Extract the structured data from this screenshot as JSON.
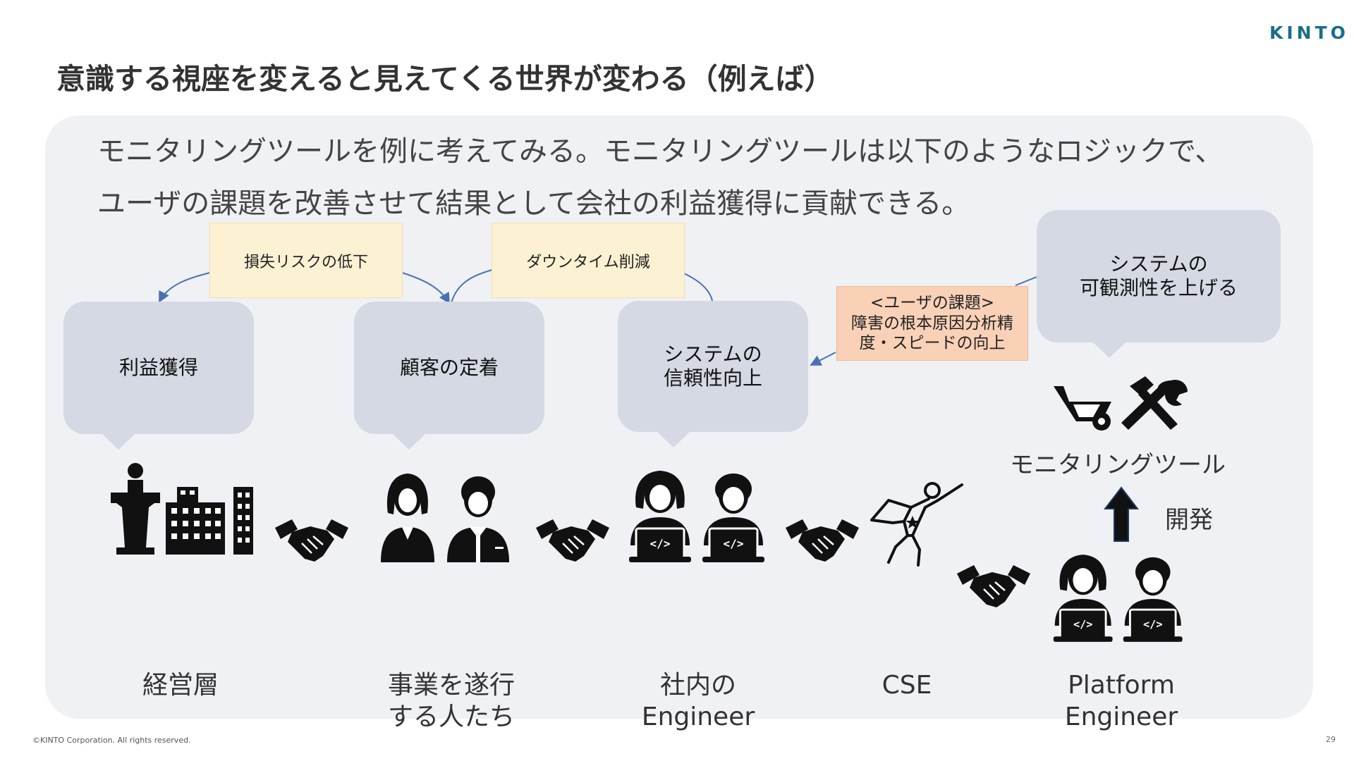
{
  "logo": "KINTO",
  "title": "意識する視座を変えると見えてくる世界が変わる（例えば）",
  "intro": [
    "モニタリングツールを例に考えてみる。モニタリングツールは以下のようなロジックで、",
    "ユーザの課題を改善させて結果として会社の利益獲得に貢献できる。"
  ],
  "notes": {
    "risk": "損失リスクの低下",
    "downtime": "ダウンタイム削減"
  },
  "issue": "<ユーザの課題>\n障害の根本原因分析精\n度・スピードの向上",
  "bubbles": {
    "profit": "利益獲得",
    "retention": "顧客の定着",
    "reliability": "システムの\n信頼性向上",
    "observability": "システムの\n可観測性を上げる"
  },
  "tool_label": "モニタリングツール",
  "develop_label": "開発",
  "people": {
    "management": "経営層",
    "business": "事業を遂行\nする人たち",
    "internal_engineer": "社内の\nEngineer",
    "cse": "CSE",
    "platform_engineer": "Platform\nEngineer"
  },
  "colors": {
    "panel": "#eff1f5",
    "bubble": "#d4d9e3",
    "note": "#fdf1d3",
    "issue": "#f9d1b7",
    "arrow": "#4a72b0",
    "logo": "#1a6f8a"
  },
  "footer": "©KINTO Corporation. All rights reserved.",
  "page_number": "29"
}
